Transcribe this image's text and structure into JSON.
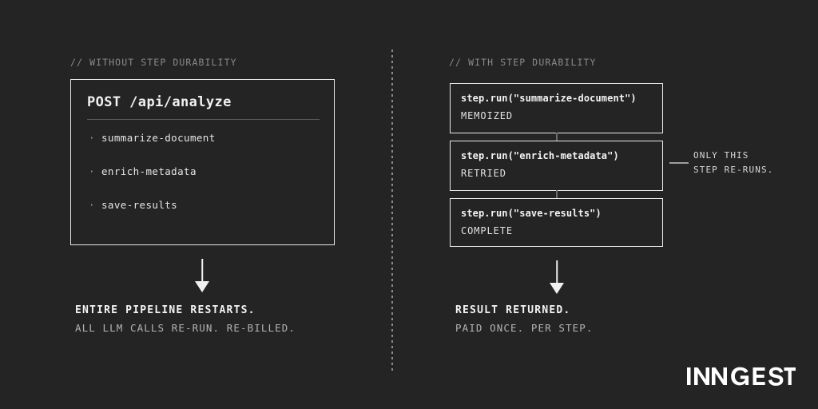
{
  "theme": {
    "background": "#242424",
    "foreground": "#f2f2f2",
    "muted": "#8a8a8a",
    "border": "#e8e8e8",
    "rule": "#5a5a5a"
  },
  "left_column": {
    "comment": "// WITHOUT STEP DURABILITY",
    "box": {
      "title": "POST /api/analyze",
      "steps": [
        {
          "bullet": "·",
          "label": "summarize-document"
        },
        {
          "bullet": "·",
          "label": "enrich-metadata"
        },
        {
          "bullet": "·",
          "label": "save-results"
        }
      ]
    },
    "arrow": "down-arrow",
    "outcome": {
      "headline": "ENTIRE PIPELINE RESTARTS.",
      "sub": "ALL LLM CALLS RE-RUN. RE-BILLED."
    }
  },
  "right_column": {
    "comment": "// WITH STEP DURABILITY",
    "steps": [
      {
        "call": "step.run(\"summarize-document\")",
        "state": "MEMOIZED"
      },
      {
        "call": "step.run(\"enrich-metadata\")",
        "state": "RETRIED"
      },
      {
        "call": "step.run(\"save-results\")",
        "state": "COMPLETE"
      }
    ],
    "callout": {
      "line1": "ONLY THIS",
      "line2": "STEP RE-RUNS."
    },
    "arrow": "down-arrow",
    "outcome": {
      "headline": "RESULT RETURNED.",
      "sub": "PAID ONCE. PER STEP."
    }
  },
  "divider": "dotted-vertical-divider",
  "brand": {
    "name": "INNGEST"
  }
}
